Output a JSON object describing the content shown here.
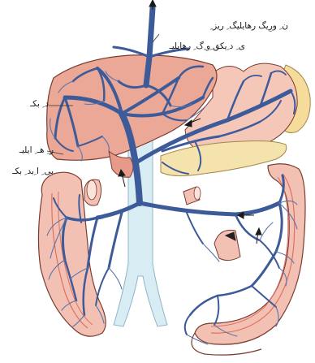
{
  "labels": {
    "top_line1": "ن ِ ورِیگ رهایلیگ ِ ریز ِ",
    "top_line2": "ی ِ د ِیکق ِو ِگ ِ رهایلیـ",
    "left_line1": "د ِ بکـ",
    "left_line2": "ر ِ هـ ِ ایلیـ",
    "left_line3": "بی ِ ا ِبد ِ بکـ"
  },
  "colors": {
    "vein": "#3d5a99",
    "vein_light": "#7a96c6",
    "liver": "#eba896",
    "intestine": "#f3c1b3",
    "intestine_inner": "#e0705c",
    "pancreas": "#f4e3ad",
    "spleen": "#f6dc9a",
    "ivc": "#d8ecf4",
    "outline": "#7a3b30"
  }
}
